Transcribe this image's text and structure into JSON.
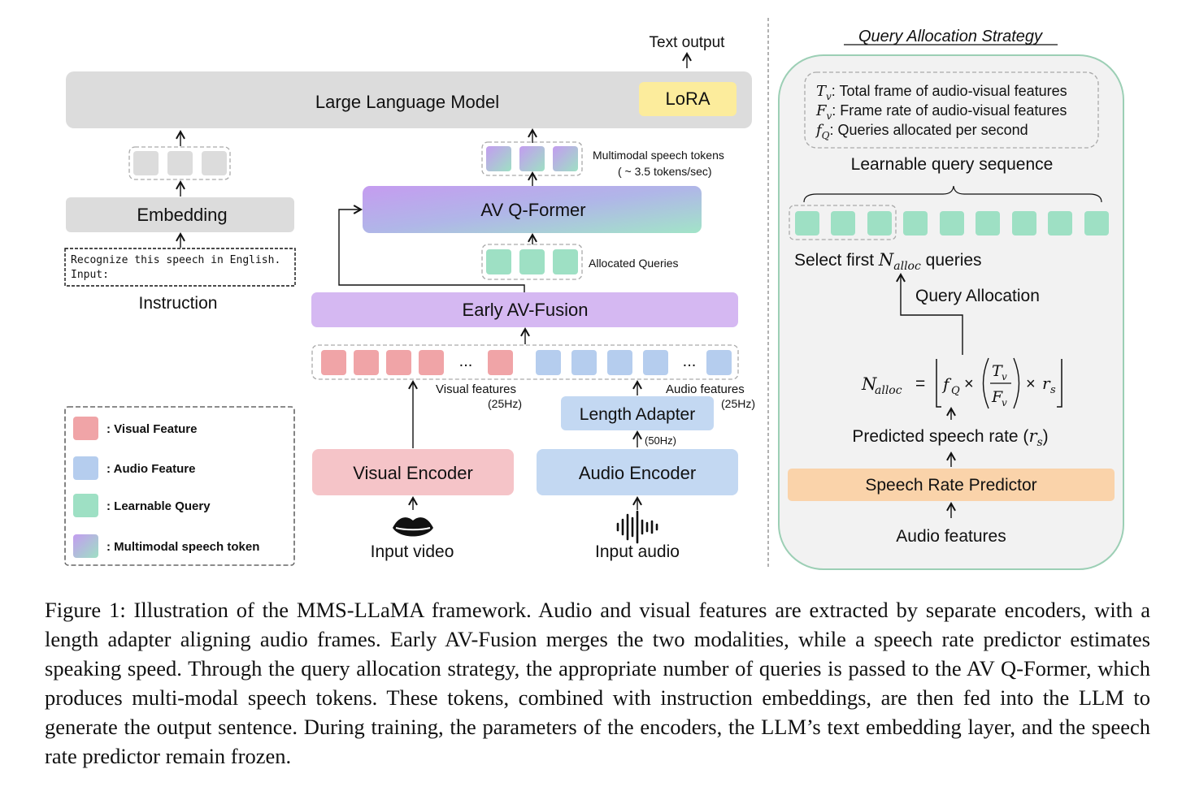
{
  "main": {
    "llm_label": "Large Language Model",
    "lora_label": "LoRA",
    "text_output": "Text output",
    "embedding_label": "Embedding",
    "instruction_line1": "Recognize this speech in English.",
    "instruction_line2": "Input:",
    "instruction_caption": "Instruction",
    "mm_tokens_label": "Multimodal speech tokens",
    "mm_tokens_rate": "( ~ 3.5 tokens/sec)",
    "qformer_label": "AV Q-Former",
    "allocated_queries_label": "Allocated Queries",
    "fusion_label": "Early AV-Fusion",
    "ellipsis": "...",
    "visual_features_label": "Visual features",
    "visual_features_rate": "(25Hz)",
    "audio_features_label": "Audio features",
    "audio_features_rate": "(25Hz)",
    "length_adapter_label": "Length Adapter",
    "length_adapter_rate": "(50Hz)",
    "visual_encoder_label": "Visual Encoder",
    "audio_encoder_label": "Audio Encoder",
    "input_video": "Input video",
    "input_audio": "Input audio"
  },
  "legend": {
    "visual": ": Visual Feature",
    "audio": ": Audio Feature",
    "query": ": Learnable Query",
    "mm": ": Multimodal speech token"
  },
  "strategy": {
    "title": "Query Allocation Strategy",
    "def1_text": ": Total frame of audio-visual features",
    "def2_text": ": Frame rate of audio-visual features",
    "def3_text": ": Queries allocated per second",
    "sym_T": "T",
    "sym_F": "F",
    "sym_f": "f",
    "sub_v": "v",
    "sub_Q": "Q",
    "learnable_seq_label": "Learnable query sequence",
    "select_pre": "Select first ",
    "select_N": "N",
    "select_sub": "alloc",
    "select_post": " queries",
    "query_allocation_label": "Query Allocation",
    "formula_N": "N",
    "formula_sub": "alloc",
    "formula_eq": "=",
    "formula_times": "×",
    "formula_r": "r",
    "formula_s": "s",
    "predicted_pre": "Predicted speech rate (",
    "predicted_r": "r",
    "predicted_s": "s",
    "predicted_post": ")",
    "predictor_label": "Speech Rate Predictor",
    "audio_features_label": "Audio features"
  },
  "caption": "Figure 1: Illustration of the MMS-LLaMA framework. Audio and visual features are extracted by separate encoders, with a length adapter aligning audio frames. Early AV-Fusion merges the two modalities, while a speech rate predictor estimates speaking speed. Through the query allocation strategy, the appropriate number of queries is passed to the AV Q-Former, which produces multi-modal speech tokens. These tokens, combined with instruction embeddings, are then fed into the LLM to generate the output sentence. During training, the parameters of the encoders, the LLM’s text embedding layer, and the speech rate predictor remain frozen.",
  "colors": {
    "visual": "#f0a4a7",
    "audio": "#b5cdee",
    "query": "#9ee0c4",
    "mm_from": "#c39cf0",
    "mm_to": "#9ee0c4",
    "gray_box": "#dcdcdc",
    "lora": "#fcec9c",
    "fusion": "#d5b8f2",
    "visual_encoder": "#f5c4c8",
    "audio_encoder": "#c3d8f2",
    "predictor": "#fad3aa",
    "panel_border": "#9ccfb5"
  }
}
